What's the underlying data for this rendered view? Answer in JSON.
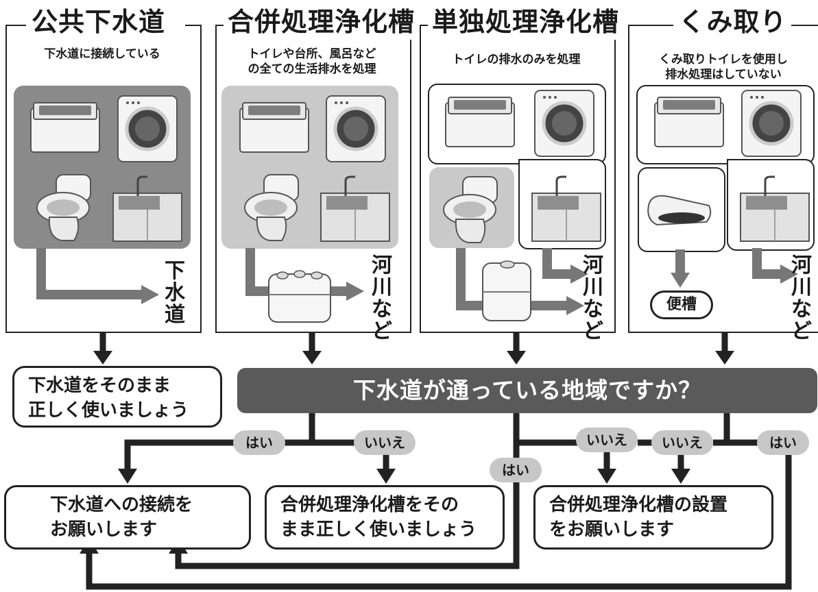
{
  "columns": [
    {
      "title": "公共下水道",
      "subtitle": [
        "下水道に接続している"
      ],
      "outlet": [
        "下",
        "水",
        "道"
      ]
    },
    {
      "title": "合併処理浄化槽",
      "subtitle": [
        "トイレや台所、風呂など",
        "の全ての生活排水を処理"
      ],
      "outlet": [
        "河",
        "川",
        "な",
        "ど"
      ]
    },
    {
      "title": "単独処理浄化槽",
      "subtitle": [
        "トイレの排水のみを処理"
      ],
      "outlet": [
        "河",
        "川",
        "な",
        "ど"
      ]
    },
    {
      "title": "くみ取り",
      "subtitle": [
        "くみ取りトイレを使用し",
        "排水処理はしていない"
      ],
      "outlet": [
        "河",
        "川",
        "な",
        "ど"
      ],
      "tank_label": "便槽"
    }
  ],
  "result_keep_sewer": [
    "下水道をそのまま",
    "正しく使いましょう"
  ],
  "question": "下水道が通っている地域ですか？",
  "answers": {
    "yes": "はい",
    "no": "いいえ"
  },
  "results": {
    "connect_sewer": [
      "下水道への接続を",
      "お願いします"
    ],
    "keep_johkasou": [
      "合併処理浄化槽をその",
      "まま正しく使いましょう"
    ],
    "install_johkasou": [
      "合併処理浄化槽の設置",
      "をお願いします"
    ]
  },
  "colors": {
    "dark": "#222222",
    "question_bg": "#5a5a5a",
    "pill": "#c7c7c7",
    "box_dark": "#8a8a8a",
    "box_light": "#c9c9c9",
    "arrow": "#777777"
  }
}
